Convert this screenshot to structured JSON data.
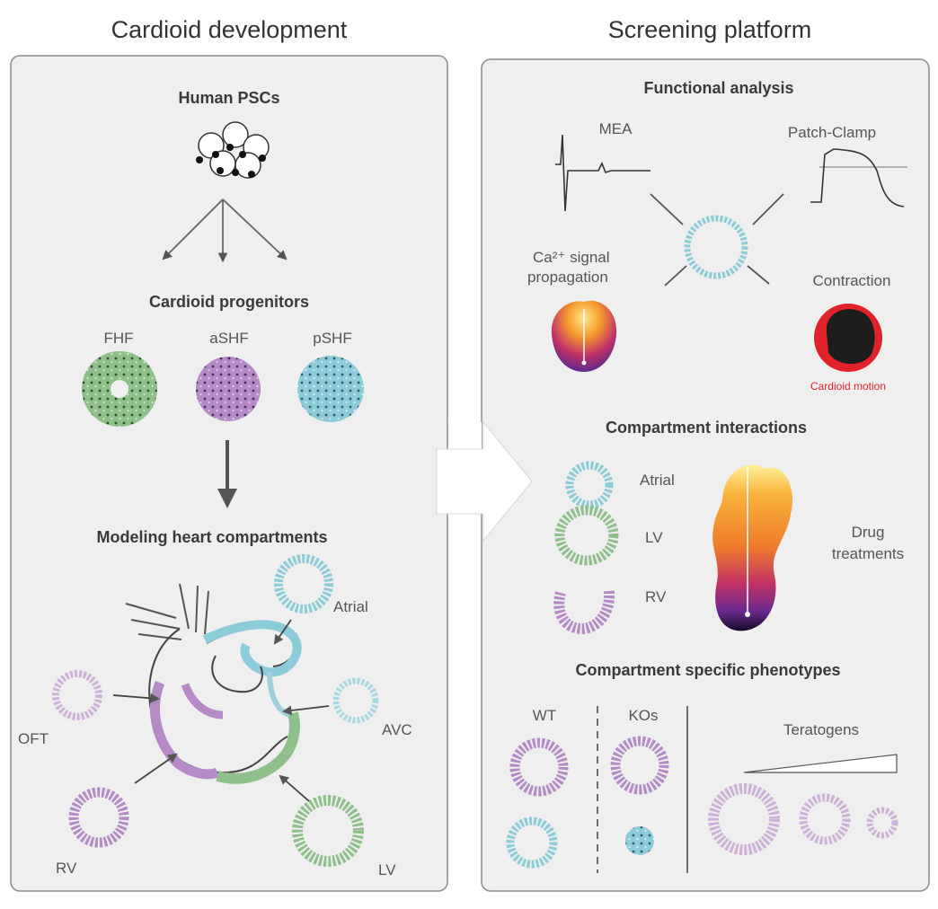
{
  "left": {
    "title": "Cardioid development",
    "psc_title": "Human PSCs",
    "progenitors_title": "Cardioid progenitors",
    "progenitors": [
      "FHF",
      "aSHF",
      "pSHF"
    ],
    "modeling_title": "Modeling heart compartments",
    "compartments": [
      "Atrial",
      "AVC",
      "OFT",
      "RV",
      "LV"
    ]
  },
  "right": {
    "title": "Screening platform",
    "functional_title": "Functional analysis",
    "mea_label": "MEA",
    "patch_label": "Patch-Clamp",
    "ca_label_line1": "Ca²⁺ signal",
    "ca_label_line2": "propagation",
    "contraction_label": "Contraction",
    "cardioid_motion": "Cardioid motion",
    "interactions_title": "Compartment interactions",
    "interaction_labels": [
      "Atrial",
      "LV",
      "RV"
    ],
    "drug_line1": "Drug",
    "drug_line2": "treatments",
    "phenotypes_title": "Compartment specific phenotypes",
    "wt_label": "WT",
    "ko_label": "KOs",
    "teratogens_label": "Teratogens"
  },
  "colors": {
    "fhf_green": "#8fbf8a",
    "ashf_purple": "#b48bc6",
    "pshf_blue": "#8ccbd8",
    "panel_bg": "#efefef",
    "panel_border": "#8c8c8c",
    "contraction_red": "#e0222b"
  }
}
